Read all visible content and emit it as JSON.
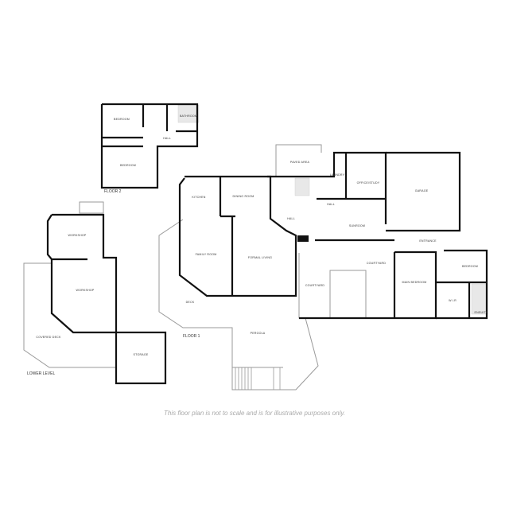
{
  "levels": {
    "floor2": "FLOOR 2",
    "floor1": "FLOOR 1",
    "lower": "LOWER LEVEL"
  },
  "rooms": {
    "floor2": {
      "bedroom_a": "BEDROOM",
      "bedroom_b": "BEDROOM",
      "bathroom": "BATHROOM",
      "hall": "HALL"
    },
    "floor1": {
      "paved_area": "PAVED AREA",
      "laundry": "LAUNDRY",
      "office_study": "OFFICE/STUDY",
      "garage": "GARAGE",
      "hall_a": "HALL",
      "hall_b": "HALL",
      "kitchen": "KITCHEN",
      "dining_room": "DINING ROOM",
      "family_room": "FAMILY ROOM",
      "formal_living": "FORMAL LIVING",
      "sunroom": "SUNROOM",
      "entrance": "ENTRANCE",
      "courtyard_a": "COURTYARD",
      "courtyard_b": "COURTYARD",
      "main_bedroom": "MAIN BEDROOM",
      "bedroom": "BEDROOM",
      "wir": "W.I.R",
      "ensuite": "ENSUITE",
      "deck": "DECK",
      "pergola": "PERGOLA"
    },
    "lower": {
      "workshop_a": "WORKSHOP",
      "workshop_b": "WORKSHOP",
      "covered_deck": "COVERED DECK",
      "storage": "STORAGE"
    }
  },
  "disclaimer": "This floor plan is not to scale and is for illustrative purposes only.",
  "colors": {
    "wall": "#111111",
    "outline": "#999999",
    "tile": "#cccccc"
  }
}
